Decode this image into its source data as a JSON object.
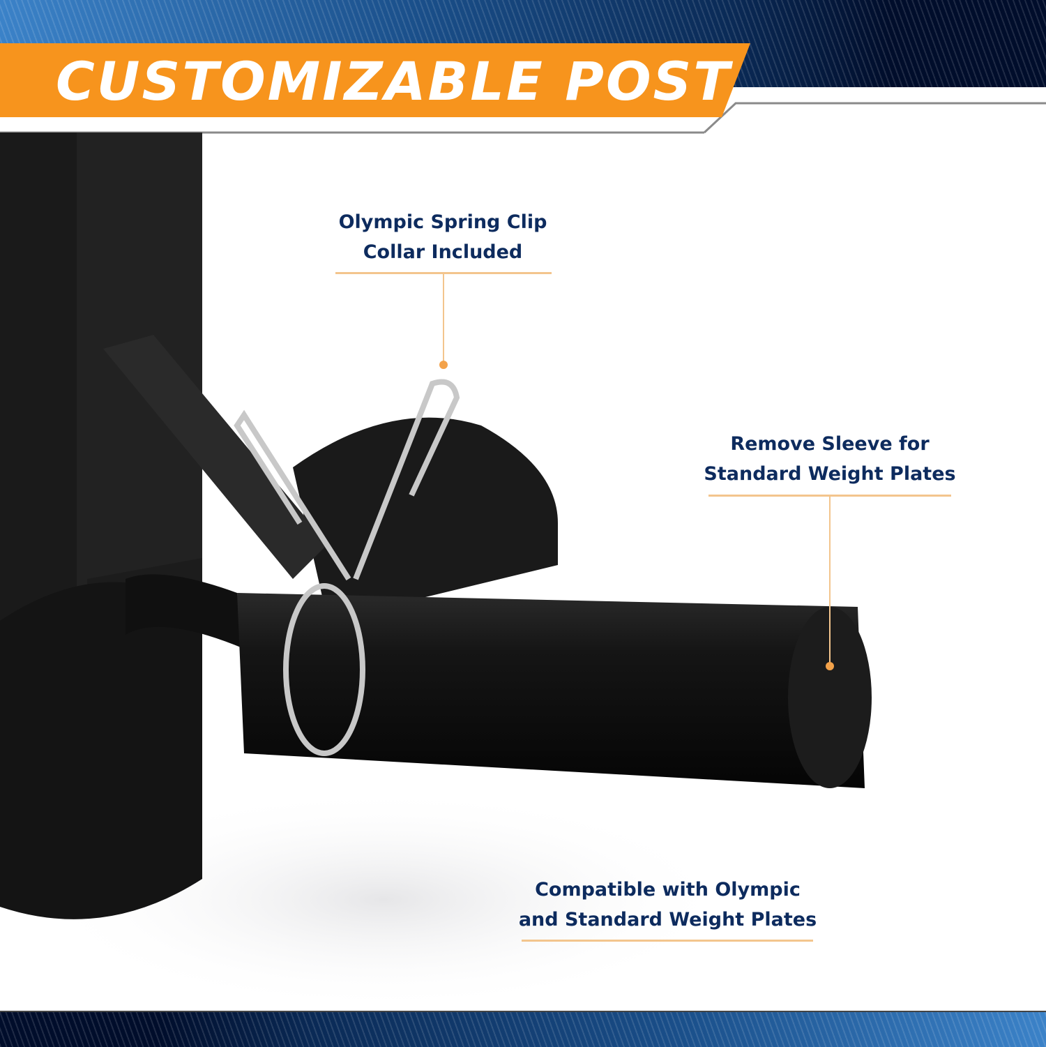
{
  "banner": {
    "title": "CUSTOMIZABLE POST",
    "accent_color": "#f7941d",
    "navy_color": "#0d2b5e"
  },
  "callouts": [
    {
      "line1": "Olympic Spring Clip",
      "line2": "Collar Included"
    },
    {
      "line1": "Remove Sleeve for",
      "line2": "Standard Weight Plates"
    },
    {
      "line1": "Compatible with Olympic",
      "line2": "and Standard Weight Plates"
    }
  ]
}
